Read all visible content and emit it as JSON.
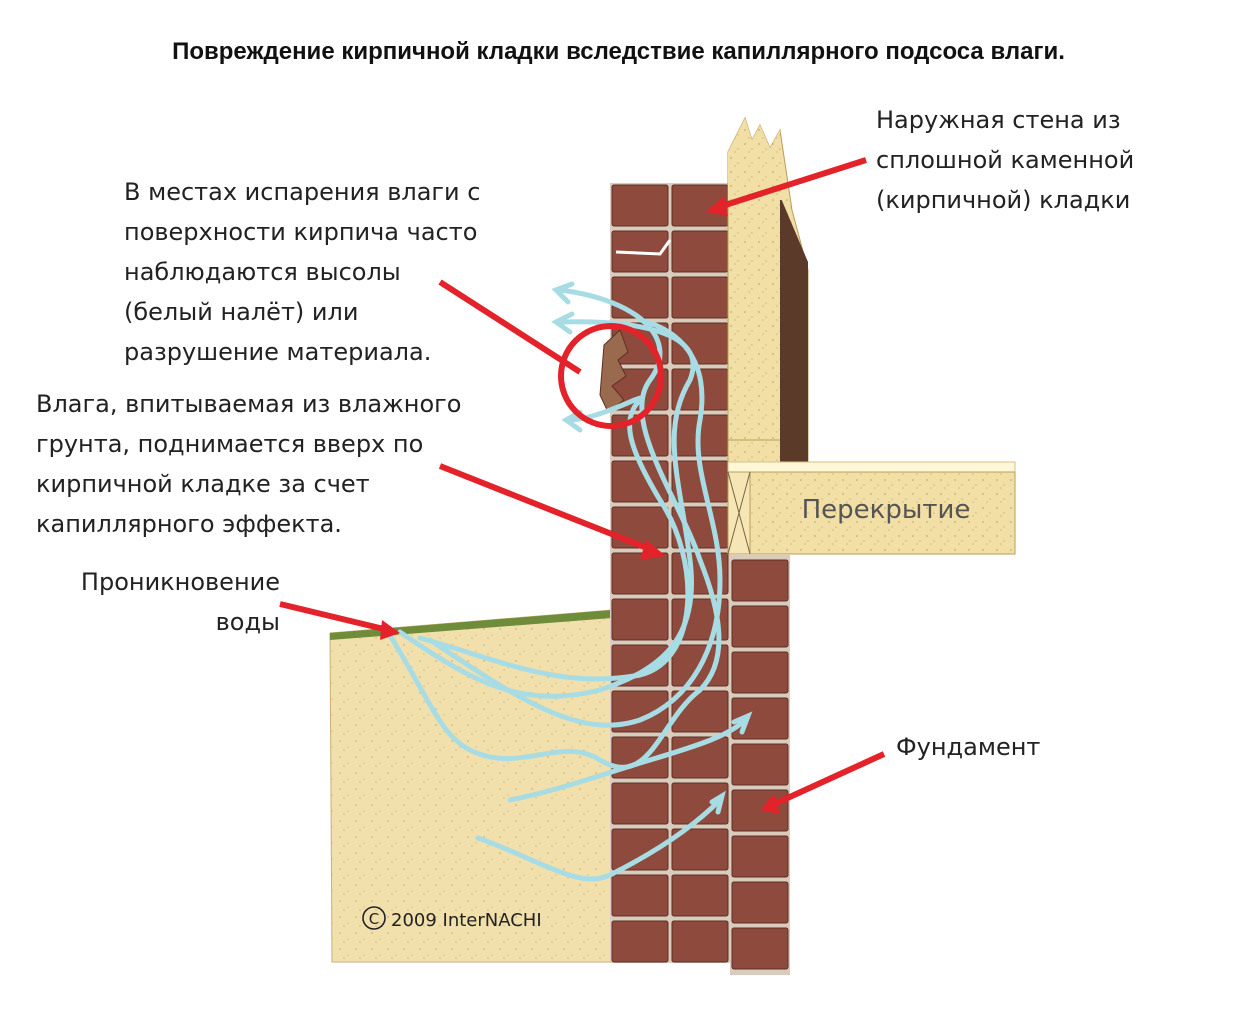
{
  "title": "Повреждение кирпичной кладки вследствие капиллярного подсоса влаги.",
  "labels": {
    "outer_wall": [
      "Наружная стена из",
      "сплошной каменной",
      "(кирпичной) кладки"
    ],
    "efflorescence": [
      "В местах испарения влаги с",
      "поверхности кирпича часто",
      "наблюдаются высолы",
      "(белый налёт) или",
      "разрушение материала."
    ],
    "capillary": [
      "Влага, впитываемая из влажного",
      "грунта, поднимается вверх по",
      "кирпичной кладке за счет",
      "капиллярного эффекта."
    ],
    "water_penetration": [
      "Проникновение",
      "воды"
    ],
    "floor_slab": "Перекрытие",
    "foundation": "Фундамент"
  },
  "copyright": "2009  InterNACHI",
  "copyright_symbol": "C",
  "colors": {
    "brick": "#8e4a3c",
    "brick_dark": "#5f2e26",
    "mortar": "#e3d7c9",
    "wood": "#f1dfa6",
    "soil": "#f1e0ac",
    "arrow": "#e3222a",
    "moisture": "#a8dce4",
    "grass": "#6f8c3a"
  },
  "icons": {
    "callout_arrow": "red-arrow-icon",
    "moisture_path": "moisture-flow-icon",
    "damage_circle": "red-circle-icon"
  }
}
